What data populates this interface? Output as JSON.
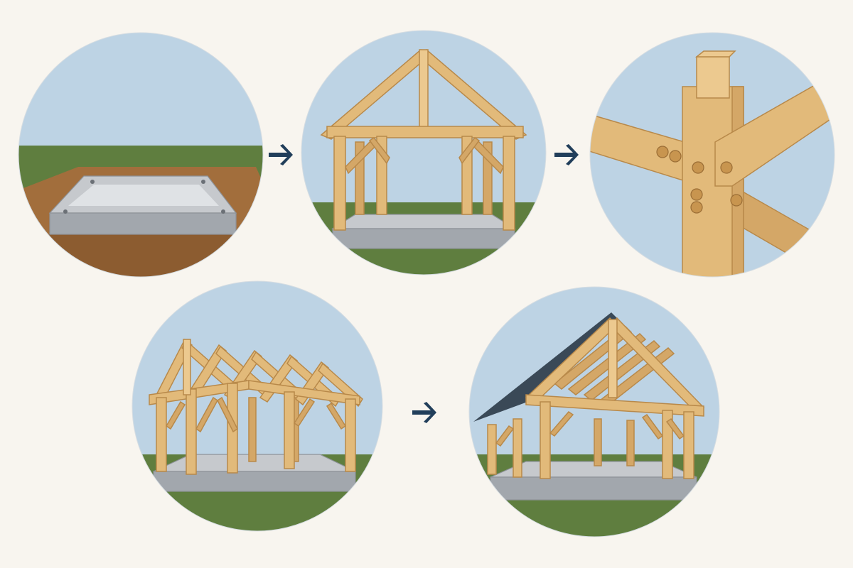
{
  "colors": {
    "background": "#f8f5ef",
    "sky": "#bdd3e4",
    "grass": "#5f7e3f",
    "soil": "#a26e3c",
    "timber": "#e2ba7a",
    "concrete": "#a9adb2",
    "roof": "#3a4957",
    "arrow": "#213e5a"
  },
  "steps": [
    {
      "id": "foundation",
      "illustration": "concrete-foundation-slab"
    },
    {
      "id": "bents",
      "illustration": "timber-bent-frame"
    },
    {
      "id": "joinery",
      "illustration": "pegged-joint-closeup"
    },
    {
      "id": "frame",
      "illustration": "full-timber-frame-with-rafters"
    },
    {
      "id": "roof",
      "illustration": "frame-with-roof-sheathing"
    }
  ],
  "arrows": [
    {
      "from": "foundation",
      "to": "bents",
      "icon": "arrow-right-icon"
    },
    {
      "from": "bents",
      "to": "joinery",
      "icon": "arrow-right-icon"
    },
    {
      "from": "frame",
      "to": "roof",
      "icon": "arrow-right-icon"
    }
  ]
}
